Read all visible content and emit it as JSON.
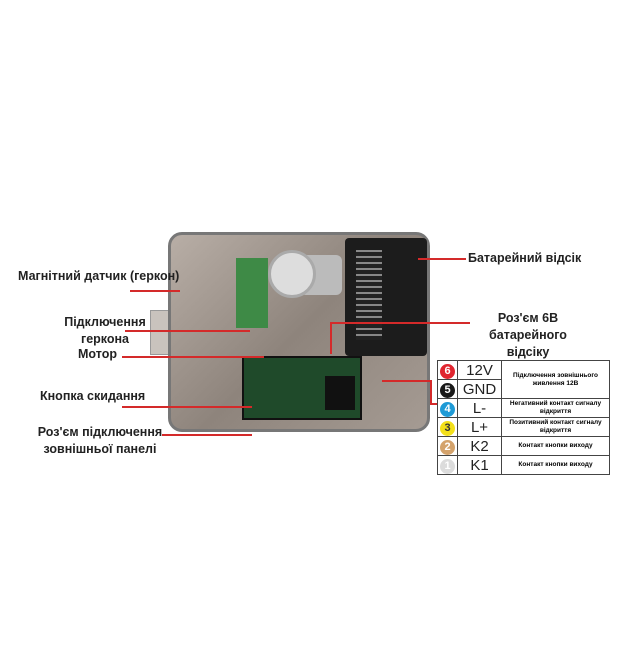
{
  "labels": {
    "reed_sensor": "Магнітний датчик (геркон)",
    "reed_connection": "Підключення геркона",
    "motor": "Мотор",
    "reset_button": "Кнопка скидання",
    "panel_connector": "Роз'єм підключення зовнішньої панелі",
    "battery_compartment": "Батарейний відсік",
    "battery_connector": "Роз'єм 6В батарейного відсіку"
  },
  "pins": [
    {
      "num": "6",
      "code": "12V",
      "color": "#e0252f",
      "desc": "Підключення зовнішнього живлення 12В"
    },
    {
      "num": "5",
      "code": "GND",
      "color": "#1a1a1a",
      "desc": ""
    },
    {
      "num": "4",
      "code": "L-",
      "color": "#1e9ad6",
      "desc": "Негативний контакт сигналу відкриття"
    },
    {
      "num": "3",
      "code": "L+",
      "color": "#f3e01a",
      "desc": "Позитивний контакт сигналу відкриття"
    },
    {
      "num": "2",
      "code": "K2",
      "color": "#d4a36c",
      "desc": "Контакт кнопки виходу"
    },
    {
      "num": "1",
      "code": "K1",
      "color": "#dcdcdc",
      "desc": "Контакт кнопки виходу"
    }
  ]
}
